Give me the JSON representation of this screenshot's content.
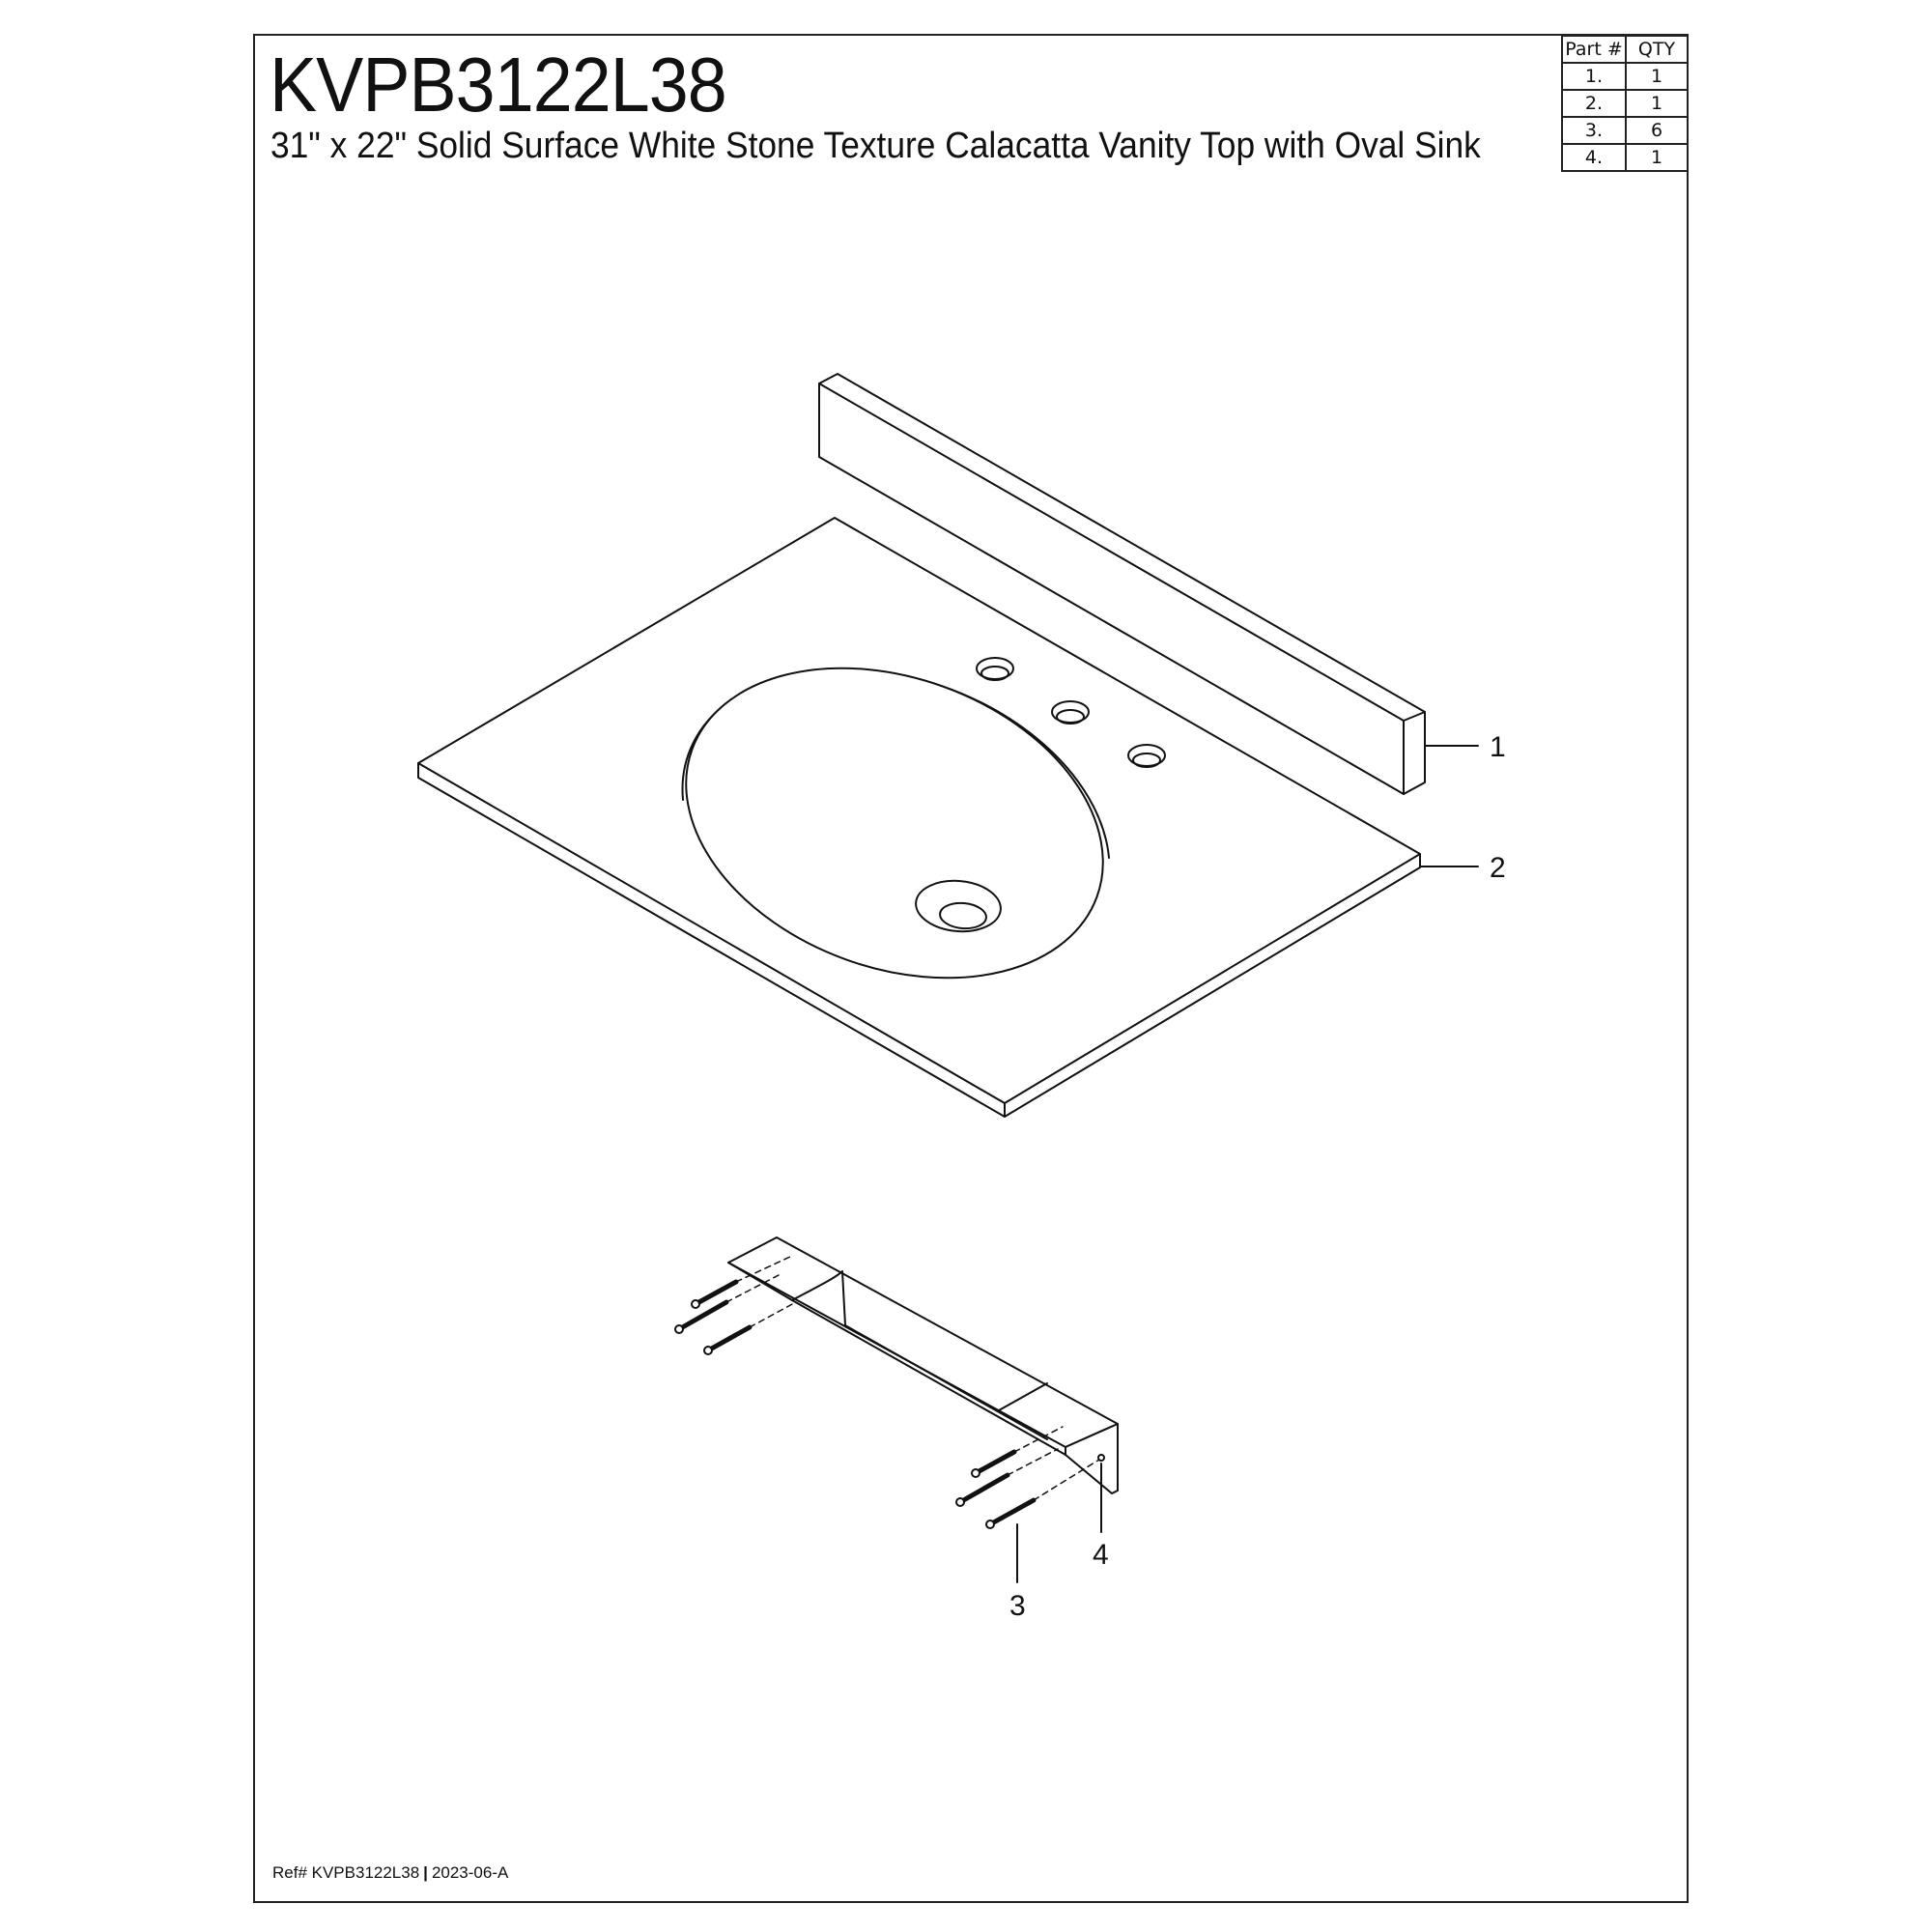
{
  "title": "KVPB3122L38",
  "subtitle": "31\" x 22\" Solid Surface White Stone Texture Calacatta Vanity Top with Oval Sink",
  "parts_table": {
    "headers": [
      "Part #",
      "QTY"
    ],
    "rows": [
      {
        "part": "1.",
        "qty": "1"
      },
      {
        "part": "2.",
        "qty": "1"
      },
      {
        "part": "3.",
        "qty": "6"
      },
      {
        "part": "4.",
        "qty": "1"
      }
    ]
  },
  "callouts": {
    "backsplash": "1",
    "vanity_top": "2",
    "screws": "3",
    "bracket": "4"
  },
  "footer": {
    "ref": "Ref# KVPB3122L38",
    "separator": "|",
    "revision": "2023-06-A"
  }
}
